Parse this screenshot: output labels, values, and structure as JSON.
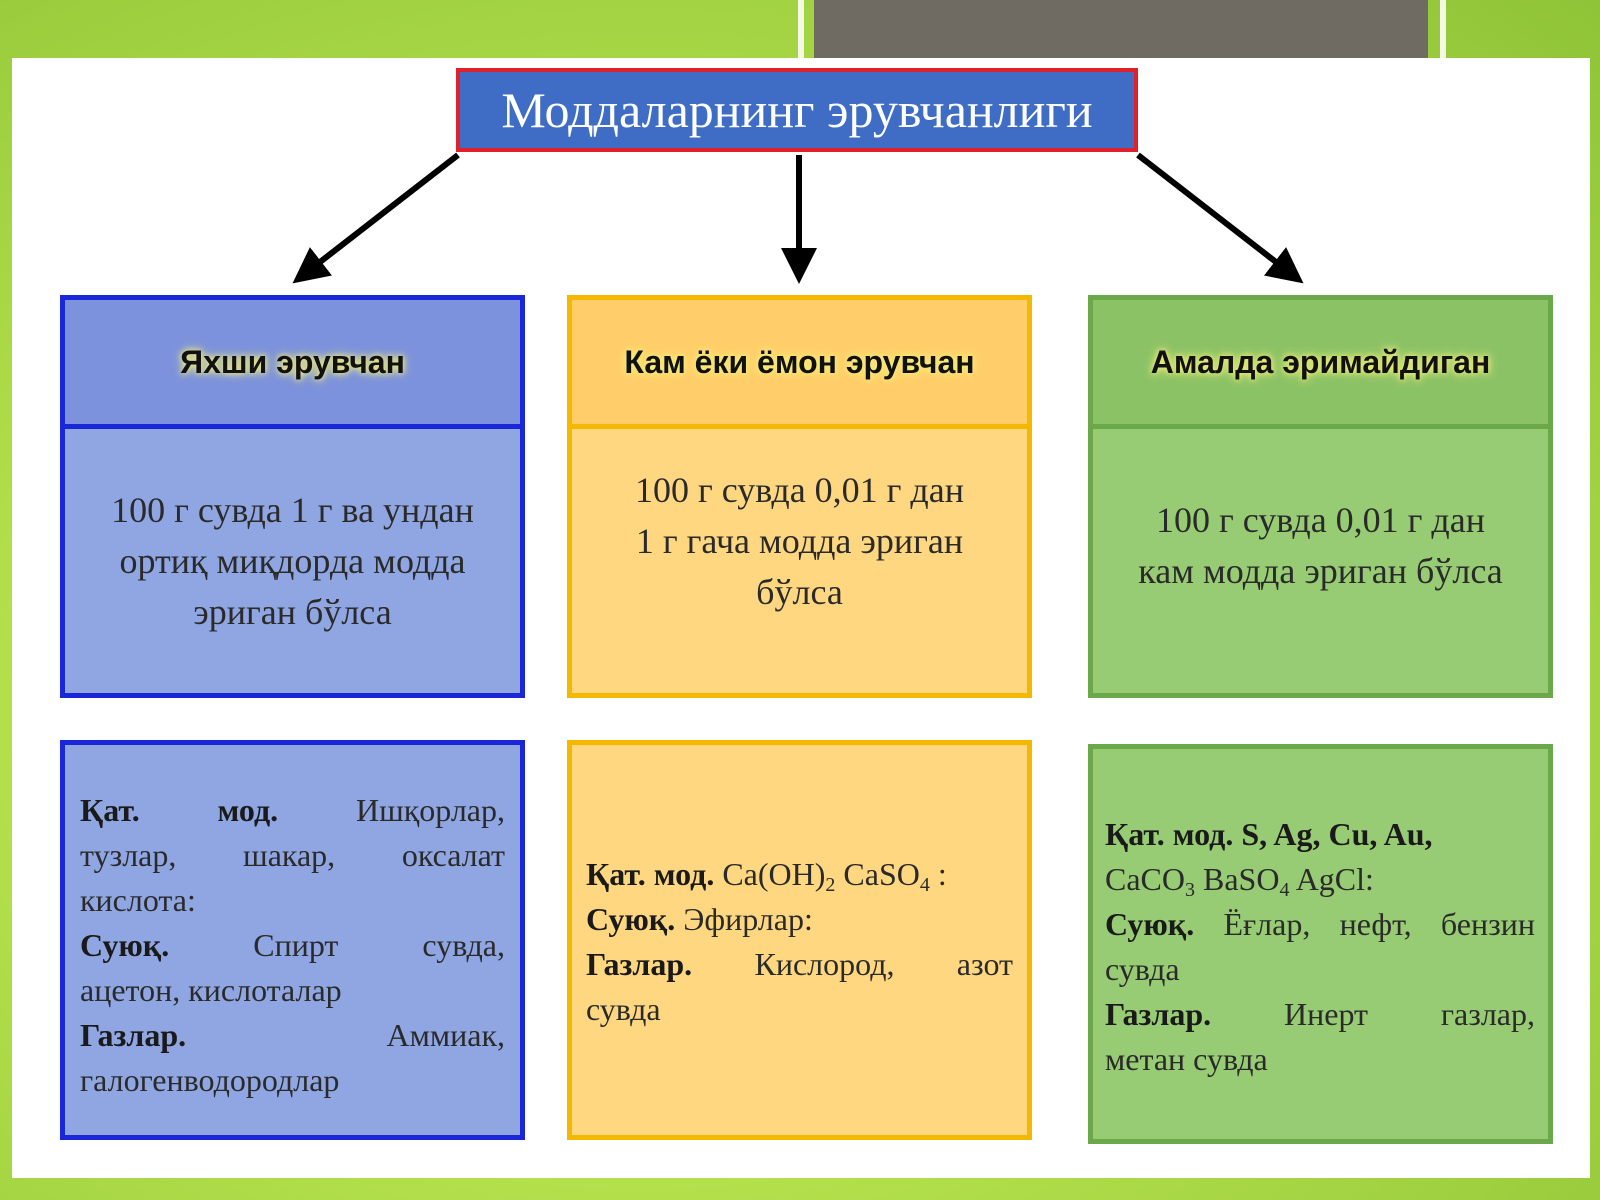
{
  "title": "Моддаларнинг эрувчанлиги",
  "columns": [
    {
      "header": "Яхши эрувчан",
      "definition": [
        "100 г сувда 1 г ва ундан",
        "ортиқ миқдорда модда",
        "эриган бўлса"
      ],
      "examples": {
        "solid_label": "Қат. мод.",
        "solid_text_1": "Ишқорлар,",
        "solid_text_2": "тузлар, шакар, оксалат",
        "solid_text_3": "кислота:",
        "liquid_label": "Суюқ.",
        "liquid_text_1": "Спирт сувда,",
        "liquid_text_2": "ацетон, кислоталар",
        "gas_label": "Газлар.",
        "gas_text_1": "Аммиак,",
        "gas_text_2": "галогенводородлар"
      }
    },
    {
      "header": "Кам ёки ёмон эрувчан",
      "definition": [
        "100 г сувда 0,01 г дан",
        "1 г гача модда эриган",
        "бўлса"
      ],
      "examples": {
        "solid_label": "Қат. мод.",
        "f1_main": "Ca(OH)",
        "f1_sub": "2",
        "f2_main": "CaSO",
        "f2_sub": "4",
        "solid_tail": ":",
        "liquid_label": "Суюқ.",
        "liquid_text": "Эфирлар:",
        "gas_label": "Газлар.",
        "gas_text_1": "Кислород, азот",
        "gas_text_2": "сувда"
      }
    },
    {
      "header": "Амалда эримайдиган",
      "definition": [
        "100 г сувда 0,01 г дан",
        "кам модда эриган бўлса"
      ],
      "examples": {
        "solid_label": "Қат. мод. S, Ag, Cu, Au,",
        "f1_main": "CaCO",
        "f1_sub": "3",
        "f2_main": "BaSO",
        "f2_sub": "4",
        "f3_main": "AgCl:",
        "liquid_label": "Суюқ.",
        "liquid_text_1": "Ёғлар, нефт, бензин",
        "liquid_text_2": "сувда",
        "gas_label": "Газлар.",
        "gas_text_1": "Инерт газлар,",
        "gas_text_2": "метан сувда"
      }
    }
  ]
}
